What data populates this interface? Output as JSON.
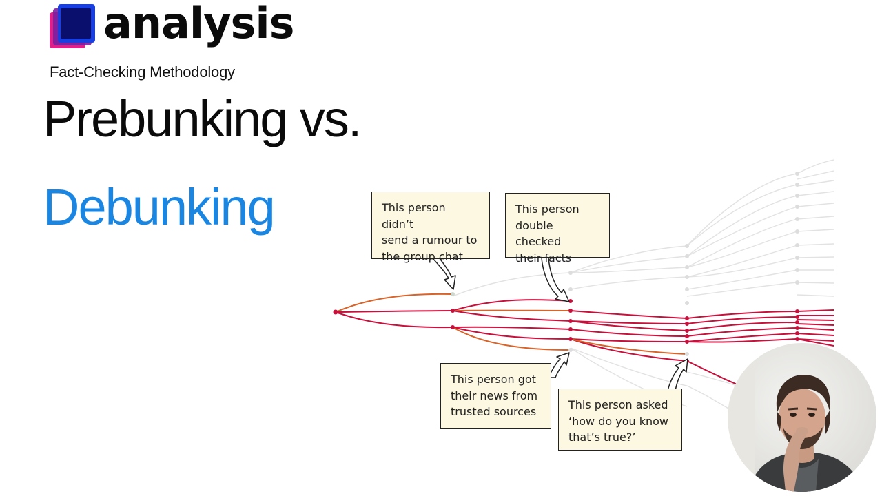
{
  "brand": {
    "name": "analysis"
  },
  "header": {
    "kicker": "Fact-Checking Methodology"
  },
  "title": {
    "line1": "Prebunking vs.",
    "line2": "Debunking"
  },
  "diagram": {
    "callouts": [
      {
        "text": "This person didn’t\nsend a rumour to\nthe group chat"
      },
      {
        "text": "This person\ndouble checked\ntheir facts"
      },
      {
        "text": "This person got\ntheir news from\ntrusted sources"
      },
      {
        "text": "This person asked\n‘how do you know\nthat’s true?’"
      }
    ]
  },
  "colors": {
    "accent_blue": "#1a86e2",
    "path_red": "#c8103c",
    "path_orange": "#d9642a",
    "faded": "#dcdcdc"
  },
  "webcam": {
    "description_icon": "presenter-video"
  }
}
